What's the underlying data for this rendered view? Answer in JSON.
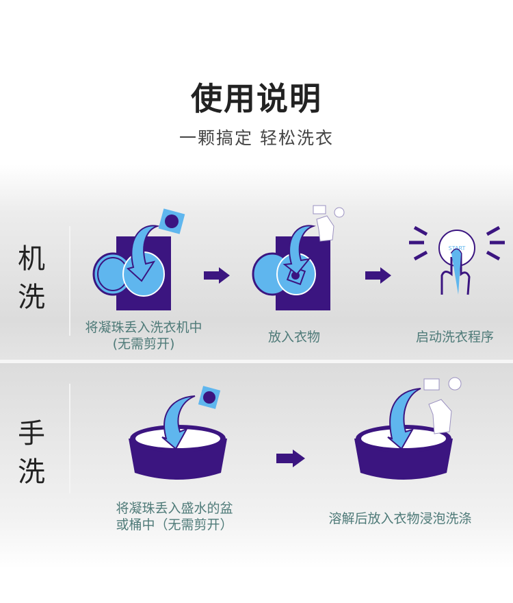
{
  "header": {
    "title": "使用说明",
    "subtitle": "一颗搞定  轻松洗衣"
  },
  "colors": {
    "purple": "#3b1580",
    "light_blue": "#5fb6ee",
    "caption": "#4e7a78"
  },
  "machine_wash": {
    "label": "机洗",
    "steps": [
      {
        "caption_line1": "将凝珠丢入洗衣机中",
        "caption_line2": "(无需剪开)",
        "icon": "washing-machine-pod-icon"
      },
      {
        "caption_line1": "放入衣物",
        "icon": "washing-machine-clothes-icon"
      },
      {
        "caption_line1": "启动洗衣程序",
        "button_text": "START",
        "icon": "press-start-button-icon"
      }
    ]
  },
  "hand_wash": {
    "label": "手洗",
    "steps": [
      {
        "caption_line1": "将凝珠丢入盛水的盆",
        "caption_line2": "或桶中（无需剪开）",
        "icon": "basin-pod-icon"
      },
      {
        "caption_line1": "溶解后放入衣物浸泡洗涤",
        "icon": "basin-clothes-icon"
      }
    ]
  }
}
